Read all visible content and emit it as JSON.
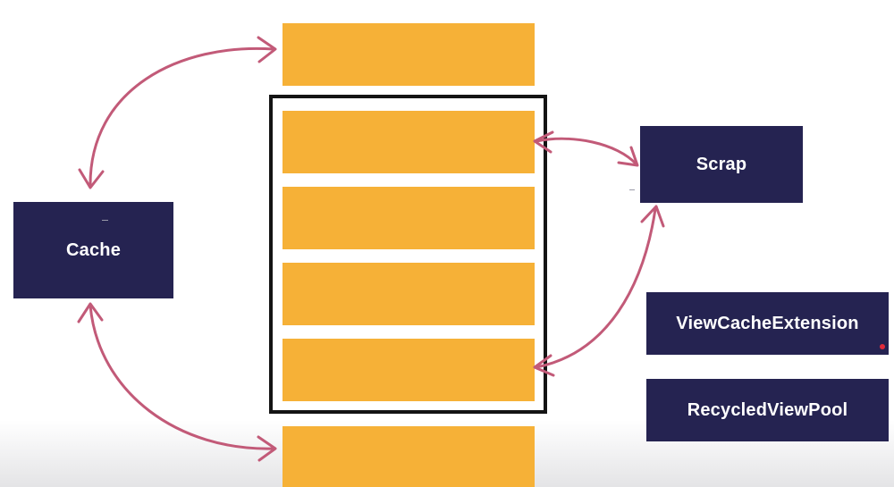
{
  "colors": {
    "item_fill": "#f6b137",
    "box_fill": "#252351",
    "arrow": "#c25a78",
    "viewport_border": "#141414"
  },
  "labels": {
    "cache": "Cache",
    "scrap": "Scrap",
    "view_cache_extension": "ViewCacheExtension",
    "recycled_view_pool": "RecycledViewPool"
  }
}
